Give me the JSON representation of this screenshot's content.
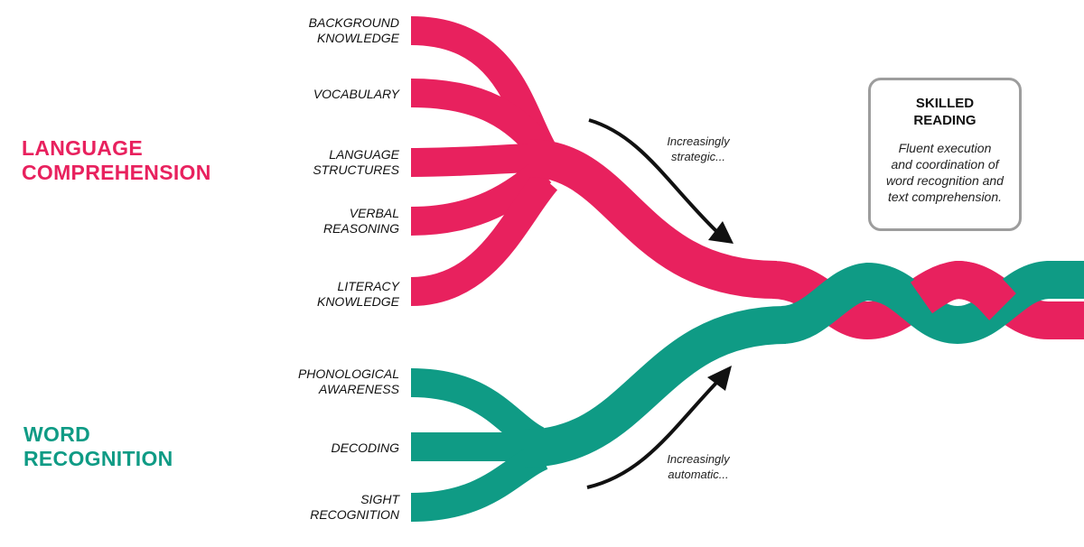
{
  "colors": {
    "language": "#e8215e",
    "word": "#0f9b85",
    "arrow": "#111111",
    "box_border": "#9d9d9d"
  },
  "language_comprehension": {
    "title_line1": "LANGUAGE",
    "title_line2": "COMPREHENSION",
    "strands": [
      {
        "line1": "BACKGROUND",
        "line2": "KNOWLEDGE"
      },
      {
        "line1": "VOCABULARY",
        "line2": ""
      },
      {
        "line1": "LANGUAGE",
        "line2": "STRUCTURES"
      },
      {
        "line1": "VERBAL",
        "line2": "REASONING"
      },
      {
        "line1": "LITERACY",
        "line2": "KNOWLEDGE"
      }
    ]
  },
  "word_recognition": {
    "title_line1": "WORD",
    "title_line2": "RECOGNITION",
    "strands": [
      {
        "line1": "PHONOLOGICAL",
        "line2": "AWARENESS"
      },
      {
        "line1": "DECODING",
        "line2": ""
      },
      {
        "line1": "SIGHT",
        "line2": "RECOGNITION"
      }
    ]
  },
  "annotations": {
    "strategic_line1": "Increasingly",
    "strategic_line2": "strategic...",
    "automatic_line1": "Increasingly",
    "automatic_line2": "automatic..."
  },
  "skilled_reading": {
    "title_line1": "SKILLED",
    "title_line2": "READING",
    "description_lines": [
      "Fluent execution",
      "and coordination of",
      "word recognition and",
      "text comprehension."
    ]
  }
}
